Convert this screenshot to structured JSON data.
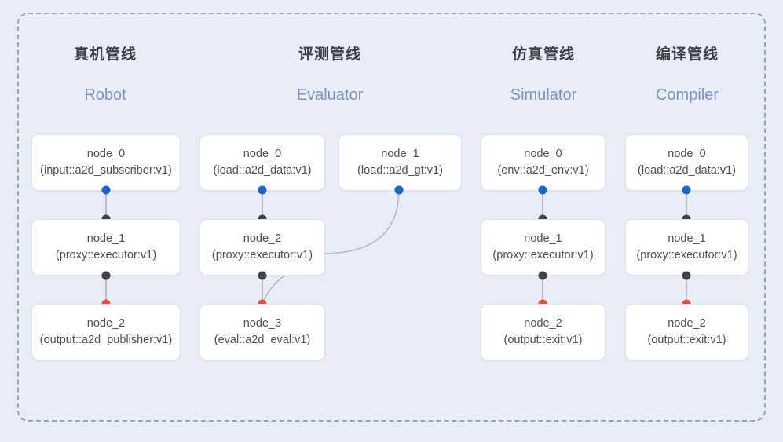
{
  "diagram": {
    "frame": {
      "style": "dashed-rounded-container"
    },
    "columns": [
      {
        "id": "robot",
        "title_cn": "真机管线",
        "title_en": "Robot",
        "nodes": [
          {
            "name": "node_0",
            "spec": "(input::a2d_subscriber:v1)"
          },
          {
            "name": "node_1",
            "spec": "(proxy::executor:v1)"
          },
          {
            "name": "node_2",
            "spec": "(output::a2d_publisher:v1)"
          }
        ]
      },
      {
        "id": "evaluator",
        "title_cn": "评测管线",
        "title_en": "Evaluator",
        "nodes": [
          {
            "name": "node_0",
            "spec": "(load::a2d_data:v1)"
          },
          {
            "name": "node_1",
            "spec": "(load::a2d_gt:v1)"
          },
          {
            "name": "node_2",
            "spec": "(proxy::executor:v1)"
          },
          {
            "name": "node_3",
            "spec": "(eval::a2d_eval:v1)"
          }
        ]
      },
      {
        "id": "simulator",
        "title_cn": "仿真管线",
        "title_en": "Simulator",
        "nodes": [
          {
            "name": "node_0",
            "spec": "(env::a2d_env:v1)"
          },
          {
            "name": "node_1",
            "spec": "(proxy::executor:v1)"
          },
          {
            "name": "node_2",
            "spec": "(output::exit:v1)"
          }
        ]
      },
      {
        "id": "compiler",
        "title_cn": "编译管线",
        "title_en": "Compiler",
        "nodes": [
          {
            "name": "node_0",
            "spec": "(load::a2d_data:v1)"
          },
          {
            "name": "node_1",
            "spec": "(proxy::executor:v1)"
          },
          {
            "name": "node_2",
            "spec": "(output::exit:v1)"
          }
        ]
      }
    ],
    "colors": {
      "background": "#e8edf8",
      "node_fill": "#ffffff",
      "node_border": "#dfe2e8",
      "frame_dash": "#9aa3b5",
      "title_cn": "#3a3f47",
      "title_en": "#7e92ca",
      "port_output": "#1a67d2",
      "port_input": "#3f4248",
      "port_terminal": "#ea4c39",
      "edge": "#b6bcc8"
    },
    "legend_semantics": {
      "blue_dot": "output-port",
      "black_dot": "input-port",
      "red_dot": "terminal-port"
    }
  }
}
